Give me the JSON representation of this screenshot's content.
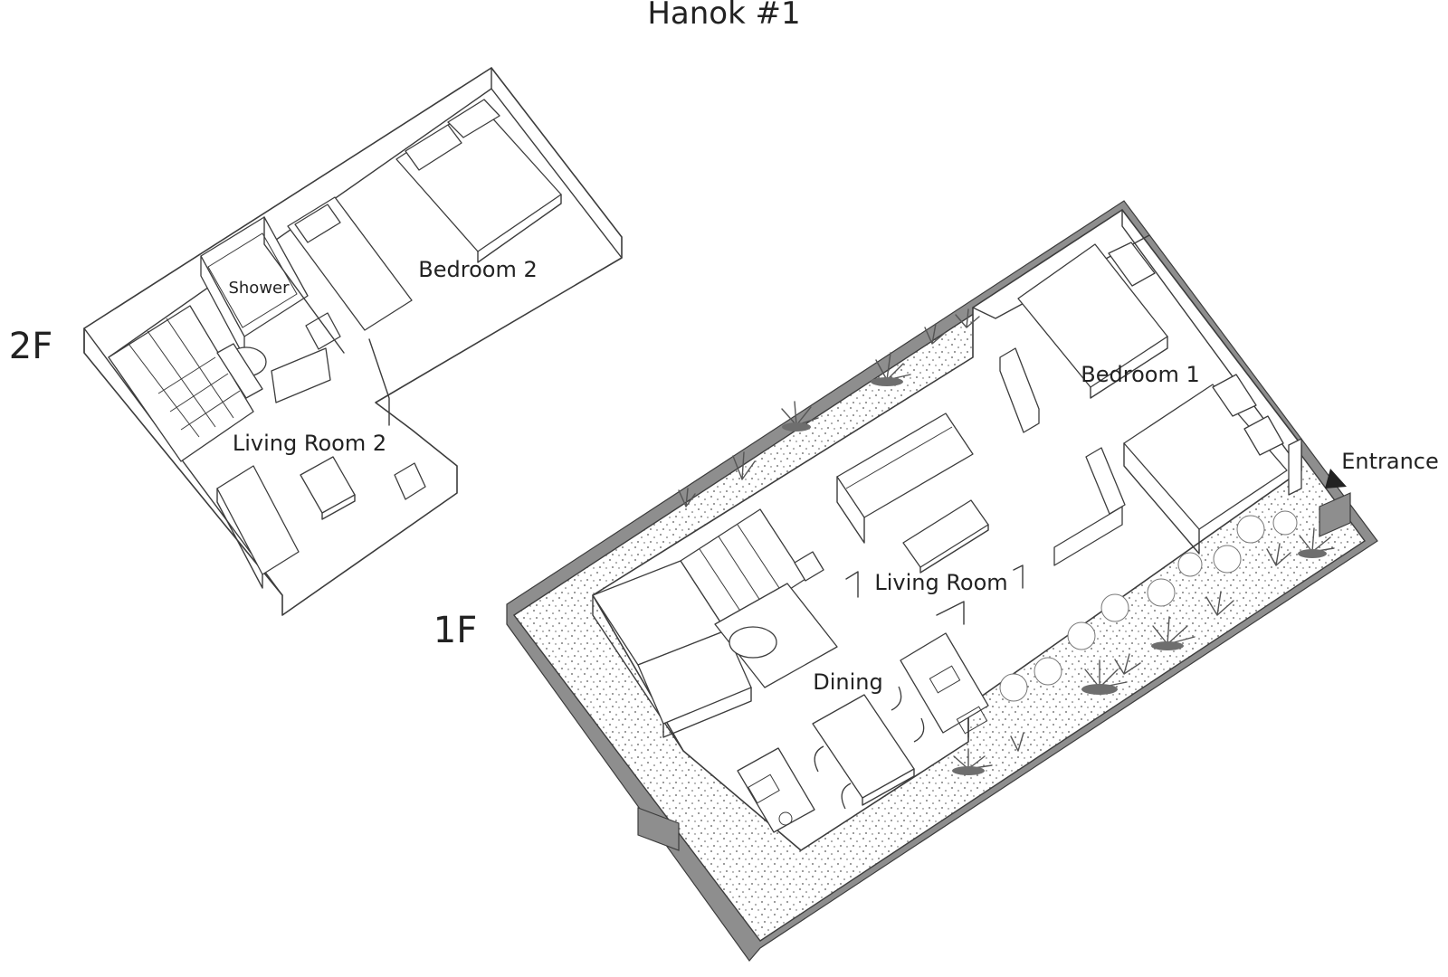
{
  "title": "Hanok #1",
  "floors": {
    "upper": "2F",
    "ground": "1F"
  },
  "rooms": {
    "bedroom2": "Bedroom 2",
    "shower": "Shower",
    "living_room2": "Living Room 2",
    "bedroom1": "Bedroom 1",
    "living_room": "Living Room",
    "dining": "Dining"
  },
  "entrance": "Entrance",
  "colors": {
    "line": "#3c3c3c",
    "rim": "#8e8e8e",
    "background": "#ffffff"
  }
}
